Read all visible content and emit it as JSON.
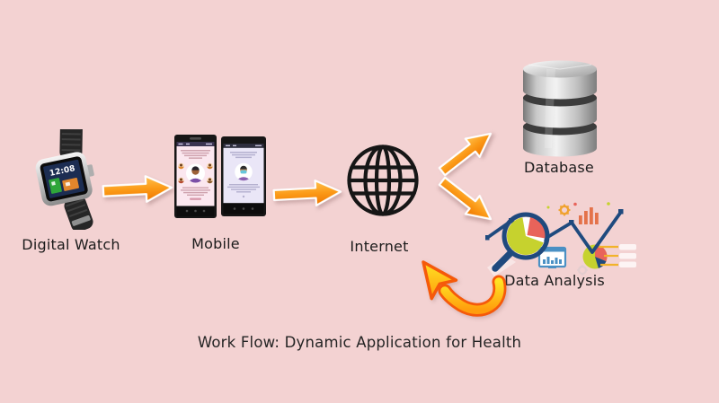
{
  "title": {
    "text": "Work Flow: Dynamic Application for Health"
  },
  "nodes": {
    "digital_watch": {
      "label": "Digital Watch"
    },
    "mobile": {
      "label": "Mobile"
    },
    "internet": {
      "label": "Internet"
    },
    "database": {
      "label": "Database"
    },
    "data_analysis": {
      "label": "Data Analysis"
    }
  },
  "watch": {
    "screen_time": "12:08"
  },
  "flow": [
    {
      "from": "Digital Watch",
      "to": "Mobile",
      "style": "block-arrow-right"
    },
    {
      "from": "Mobile",
      "to": "Internet",
      "style": "block-arrow-right"
    },
    {
      "from": "Internet",
      "to": "Database",
      "style": "block-arrow-diagonal-up"
    },
    {
      "from": "Internet",
      "to": "Data Analysis",
      "style": "block-arrow-diagonal-down"
    },
    {
      "from": "Data Analysis",
      "to": "Internet",
      "style": "curved-return-arrow"
    }
  ],
  "colors": {
    "background": "#f3d2d2",
    "arrow_gradient_top": "#ffc14e",
    "arrow_gradient_bottom": "#ee7500",
    "curved_arrow_fill": "#ffd21a",
    "curved_arrow_outline": "#f5590a",
    "globe_icon": "#161616",
    "label_text": "#1b1b1b",
    "analysis_navy": "#1f4a7e",
    "analysis_lime": "#c6d22e",
    "analysis_coral": "#e8635a"
  },
  "icons": {
    "digital_watch": "smartwatch-icon",
    "mobile": "two-phone-screens-icon",
    "internet": "globe-grid-icon",
    "database": "database-cylinders-icon",
    "data_analysis": "magnifier-analytics-icon",
    "flow_arrow": "orange-block-arrow",
    "return_arrow": "curved-yellow-arrow"
  }
}
